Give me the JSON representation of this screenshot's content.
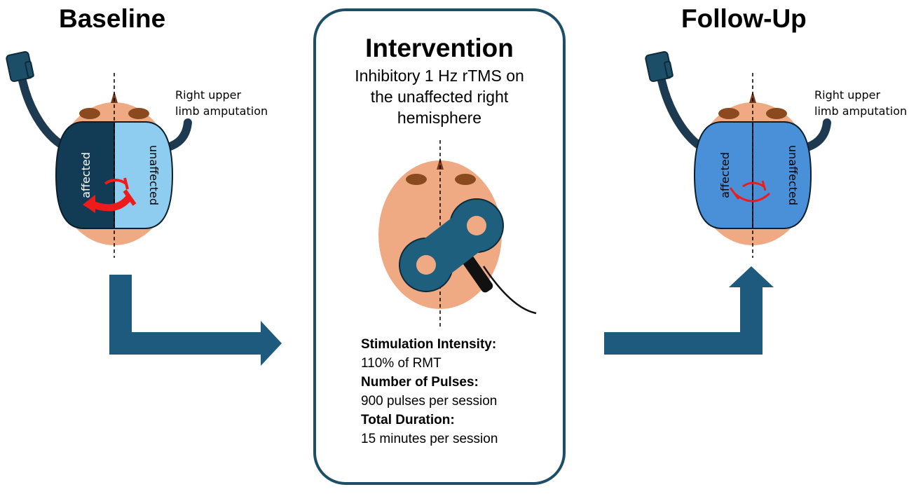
{
  "stages": {
    "baseline": {
      "title": "Baseline",
      "amputation_label_line1": "Right upper",
      "amputation_label_line2": "limb amputation",
      "left_hemisphere_label": "affected",
      "right_hemisphere_label": "unaffected"
    },
    "intervention": {
      "title": "Intervention",
      "subtitle_line1": "Inhibitory 1 Hz rTMS on",
      "subtitle_line2": "the unaffected right",
      "subtitle_line3": "hemisphere",
      "param1_label": "Stimulation Intensity:",
      "param1_value": "110% of RMT",
      "param2_label": "Number of Pulses:",
      "param2_value": "900 pulses per session",
      "param3_label": "Total Duration:",
      "param3_value": "15 minutes per session"
    },
    "followup": {
      "title": "Follow-Up",
      "amputation_label_line1": "Right upper",
      "amputation_label_line2": "limb amputation",
      "left_hemisphere_label": "affected",
      "right_hemisphere_label": "unaffected"
    }
  },
  "colors": {
    "arrow": "#1d5a7e",
    "box_border": "#1d4e68",
    "scalp": "#efaa84",
    "eye": "#8a4a1d",
    "affected_baseline": "#123c55",
    "unaffected_baseline": "#8ecdf0",
    "hemisphere_followup": "#4a90d9",
    "inhibition_arrow": "#ee1b1b",
    "coil": "#1f5f7e",
    "arm": "#1d3a50"
  },
  "icons": [
    "tms-coil-icon",
    "head-icon",
    "inhibition-arrow-icon",
    "flow-arrow-icon"
  ]
}
